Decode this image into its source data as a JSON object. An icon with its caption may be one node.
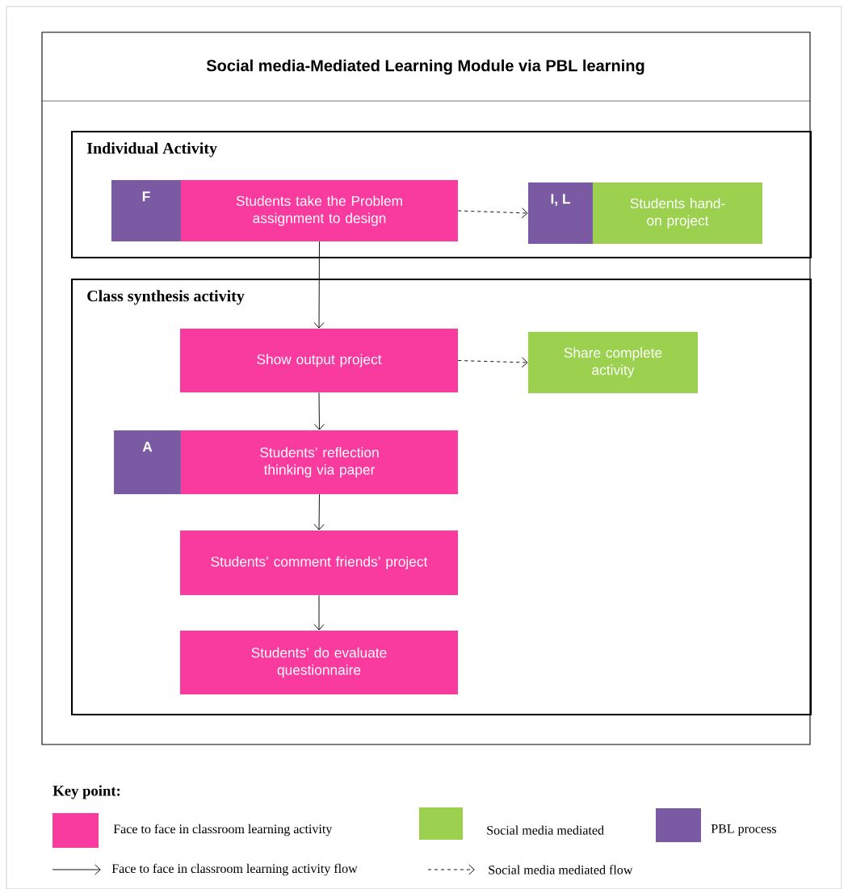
{
  "diagram": {
    "title": "Social media-Mediated Learning Module via PBL learning",
    "nodes": [
      {
        "text": [
          "Individual Activity"
        ]
      },
      {
        "text": [
          "F"
        ],
        "in": 0
      },
      {
        "text": [
          "Students take the Problem assignment to design"
        ],
        "in": 0
      },
      {
        "text": [
          "I, L"
        ],
        "in": 0
      },
      {
        "text": [
          "Students hand-on project"
        ],
        "in": 0
      },
      {
        "text": [
          "Class synthesis activity"
        ]
      },
      {
        "text": [
          "Show output project"
        ],
        "in": 5
      },
      {
        "text": [
          "Share complete activity"
        ],
        "in": 5
      },
      {
        "text": [
          "A"
        ],
        "in": 5
      },
      {
        "text": [
          "Students’ reflection thinking via paper"
        ],
        "in": 5
      },
      {
        "text": [
          "Students’ comment friends’ project"
        ],
        "in": 5
      },
      {
        "text": [
          "Students’ do evaluate questionnaire"
        ],
        "in": 5
      }
    ],
    "edges": [
      {
        "from": 2,
        "to": 3,
        "arrow": "to",
        "style": "dashed"
      },
      {
        "from": 2,
        "to": 6,
        "arrow": "to"
      },
      {
        "from": 6,
        "to": 7,
        "arrow": "to",
        "style": "dashed"
      },
      {
        "from": 6,
        "to": 9,
        "arrow": "to"
      },
      {
        "from": 9,
        "to": 10,
        "arrow": "to"
      },
      {
        "from": 10,
        "to": 11,
        "arrow": "to"
      }
    ],
    "labels": [
      "Key point:"
    ],
    "legend": [
      {
        "text": "Face to face in classroom learning activity",
        "color": "#f93a9e"
      },
      {
        "text": "Social media mediated",
        "color": "#9bd14f"
      },
      {
        "text": "PBL process",
        "color": "#7b5aa4"
      },
      {
        "text": "Face to face in classroom learning activity flow"
      },
      {
        "text": "Social media mediated flow"
      }
    ]
  }
}
